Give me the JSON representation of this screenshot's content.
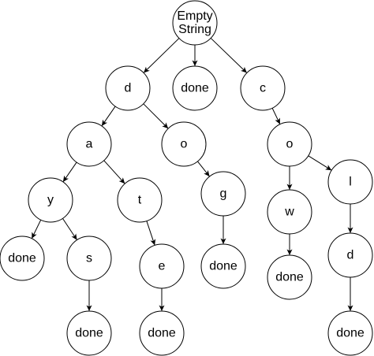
{
  "nodes": {
    "root": {
      "lines": [
        "Empty",
        "String"
      ]
    },
    "d": {
      "lines": [
        "d"
      ]
    },
    "done0": {
      "lines": [
        "done"
      ]
    },
    "c": {
      "lines": [
        "c"
      ]
    },
    "a": {
      "lines": [
        "a"
      ]
    },
    "o1": {
      "lines": [
        "o"
      ]
    },
    "o2": {
      "lines": [
        "o"
      ]
    },
    "y": {
      "lines": [
        "y"
      ]
    },
    "t": {
      "lines": [
        "t"
      ]
    },
    "g": {
      "lines": [
        "g"
      ]
    },
    "w": {
      "lines": [
        "w"
      ]
    },
    "l": {
      "lines": [
        "l"
      ]
    },
    "done_y": {
      "lines": [
        "done"
      ]
    },
    "s": {
      "lines": [
        "s"
      ]
    },
    "e": {
      "lines": [
        "e"
      ]
    },
    "done_g": {
      "lines": [
        "done"
      ]
    },
    "done_w": {
      "lines": [
        "done"
      ]
    },
    "d2": {
      "lines": [
        "d"
      ]
    },
    "done_s": {
      "lines": [
        "done"
      ]
    },
    "done_e": {
      "lines": [
        "done"
      ]
    },
    "done_d2": {
      "lines": [
        "done"
      ]
    }
  },
  "edges": [
    [
      "root",
      "d"
    ],
    [
      "root",
      "done0"
    ],
    [
      "root",
      "c"
    ],
    [
      "d",
      "a"
    ],
    [
      "d",
      "o1"
    ],
    [
      "c",
      "o2"
    ],
    [
      "a",
      "y"
    ],
    [
      "a",
      "t"
    ],
    [
      "o1",
      "g"
    ],
    [
      "o2",
      "w"
    ],
    [
      "o2",
      "l"
    ],
    [
      "y",
      "done_y"
    ],
    [
      "y",
      "s"
    ],
    [
      "t",
      "e"
    ],
    [
      "g",
      "done_g"
    ],
    [
      "w",
      "done_w"
    ],
    [
      "l",
      "d2"
    ],
    [
      "s",
      "done_s"
    ],
    [
      "e",
      "done_e"
    ],
    [
      "d2",
      "done_d2"
    ]
  ]
}
